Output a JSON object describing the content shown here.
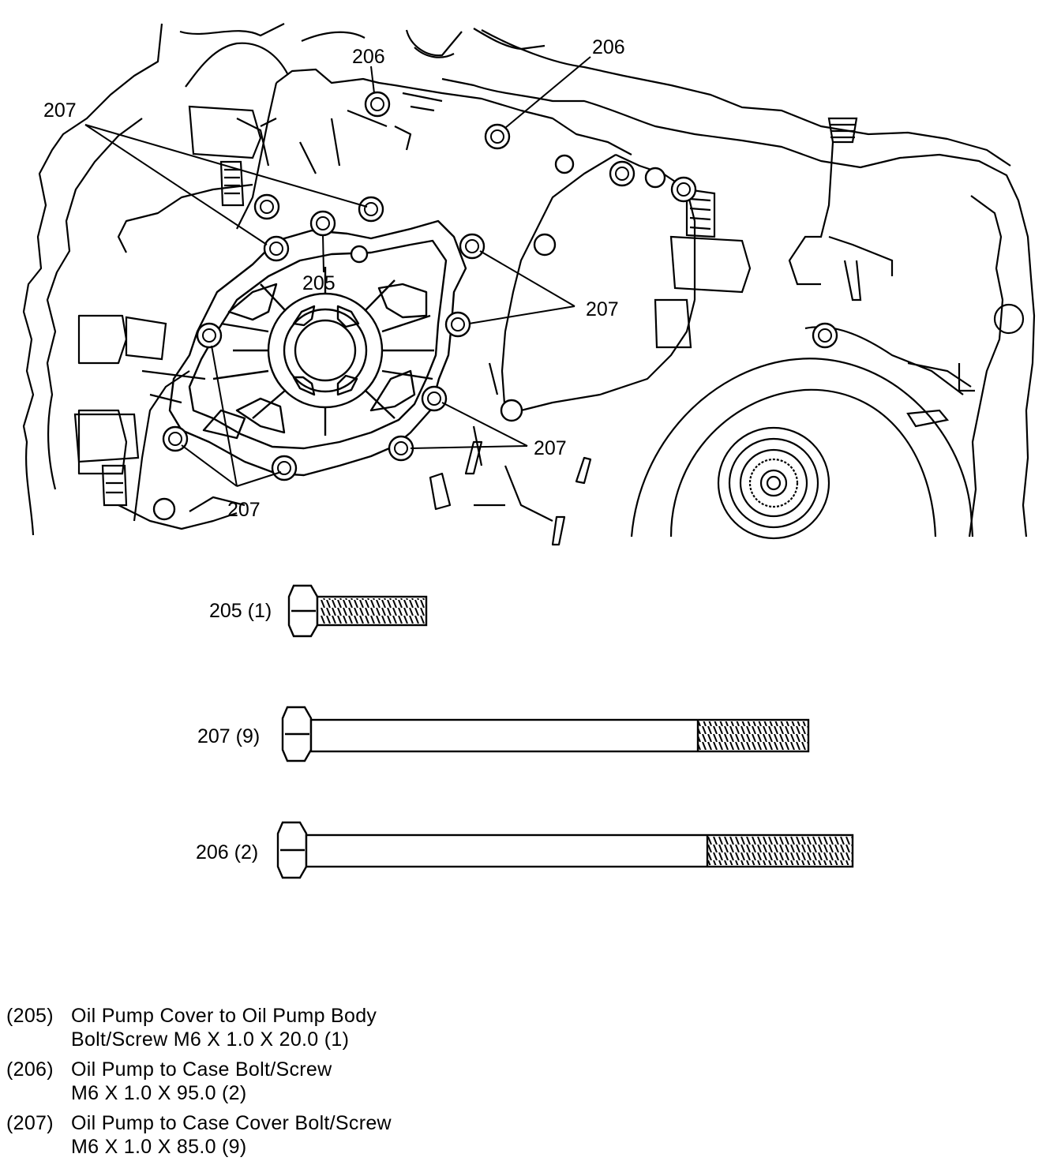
{
  "callouts": {
    "c206_top_left": "206",
    "c206_top_right": "206",
    "c207_upper_left": "207",
    "c205": "205",
    "c207_right_mid": "207",
    "c207_right_low": "207",
    "c207_bottom": "207"
  },
  "bolts": [
    {
      "label": "205 (1)"
    },
    {
      "label": "207 (9)"
    },
    {
      "label": "206 (2)"
    }
  ],
  "legend": [
    {
      "num": "(205)",
      "line1": "Oil Pump Cover to Oil Pump Body",
      "line2": "Bolt/Screw M6 X 1.0 X 20.0 (1)"
    },
    {
      "num": "(206)",
      "line1": "Oil Pump to Case Bolt/Screw",
      "line2": "M6 X 1.0 X 95.0 (2)"
    },
    {
      "num": "(207)",
      "line1": "Oil Pump to Case Cover Bolt/Screw",
      "line2": "M6 X 1.0 X 85.0 (9)"
    }
  ]
}
